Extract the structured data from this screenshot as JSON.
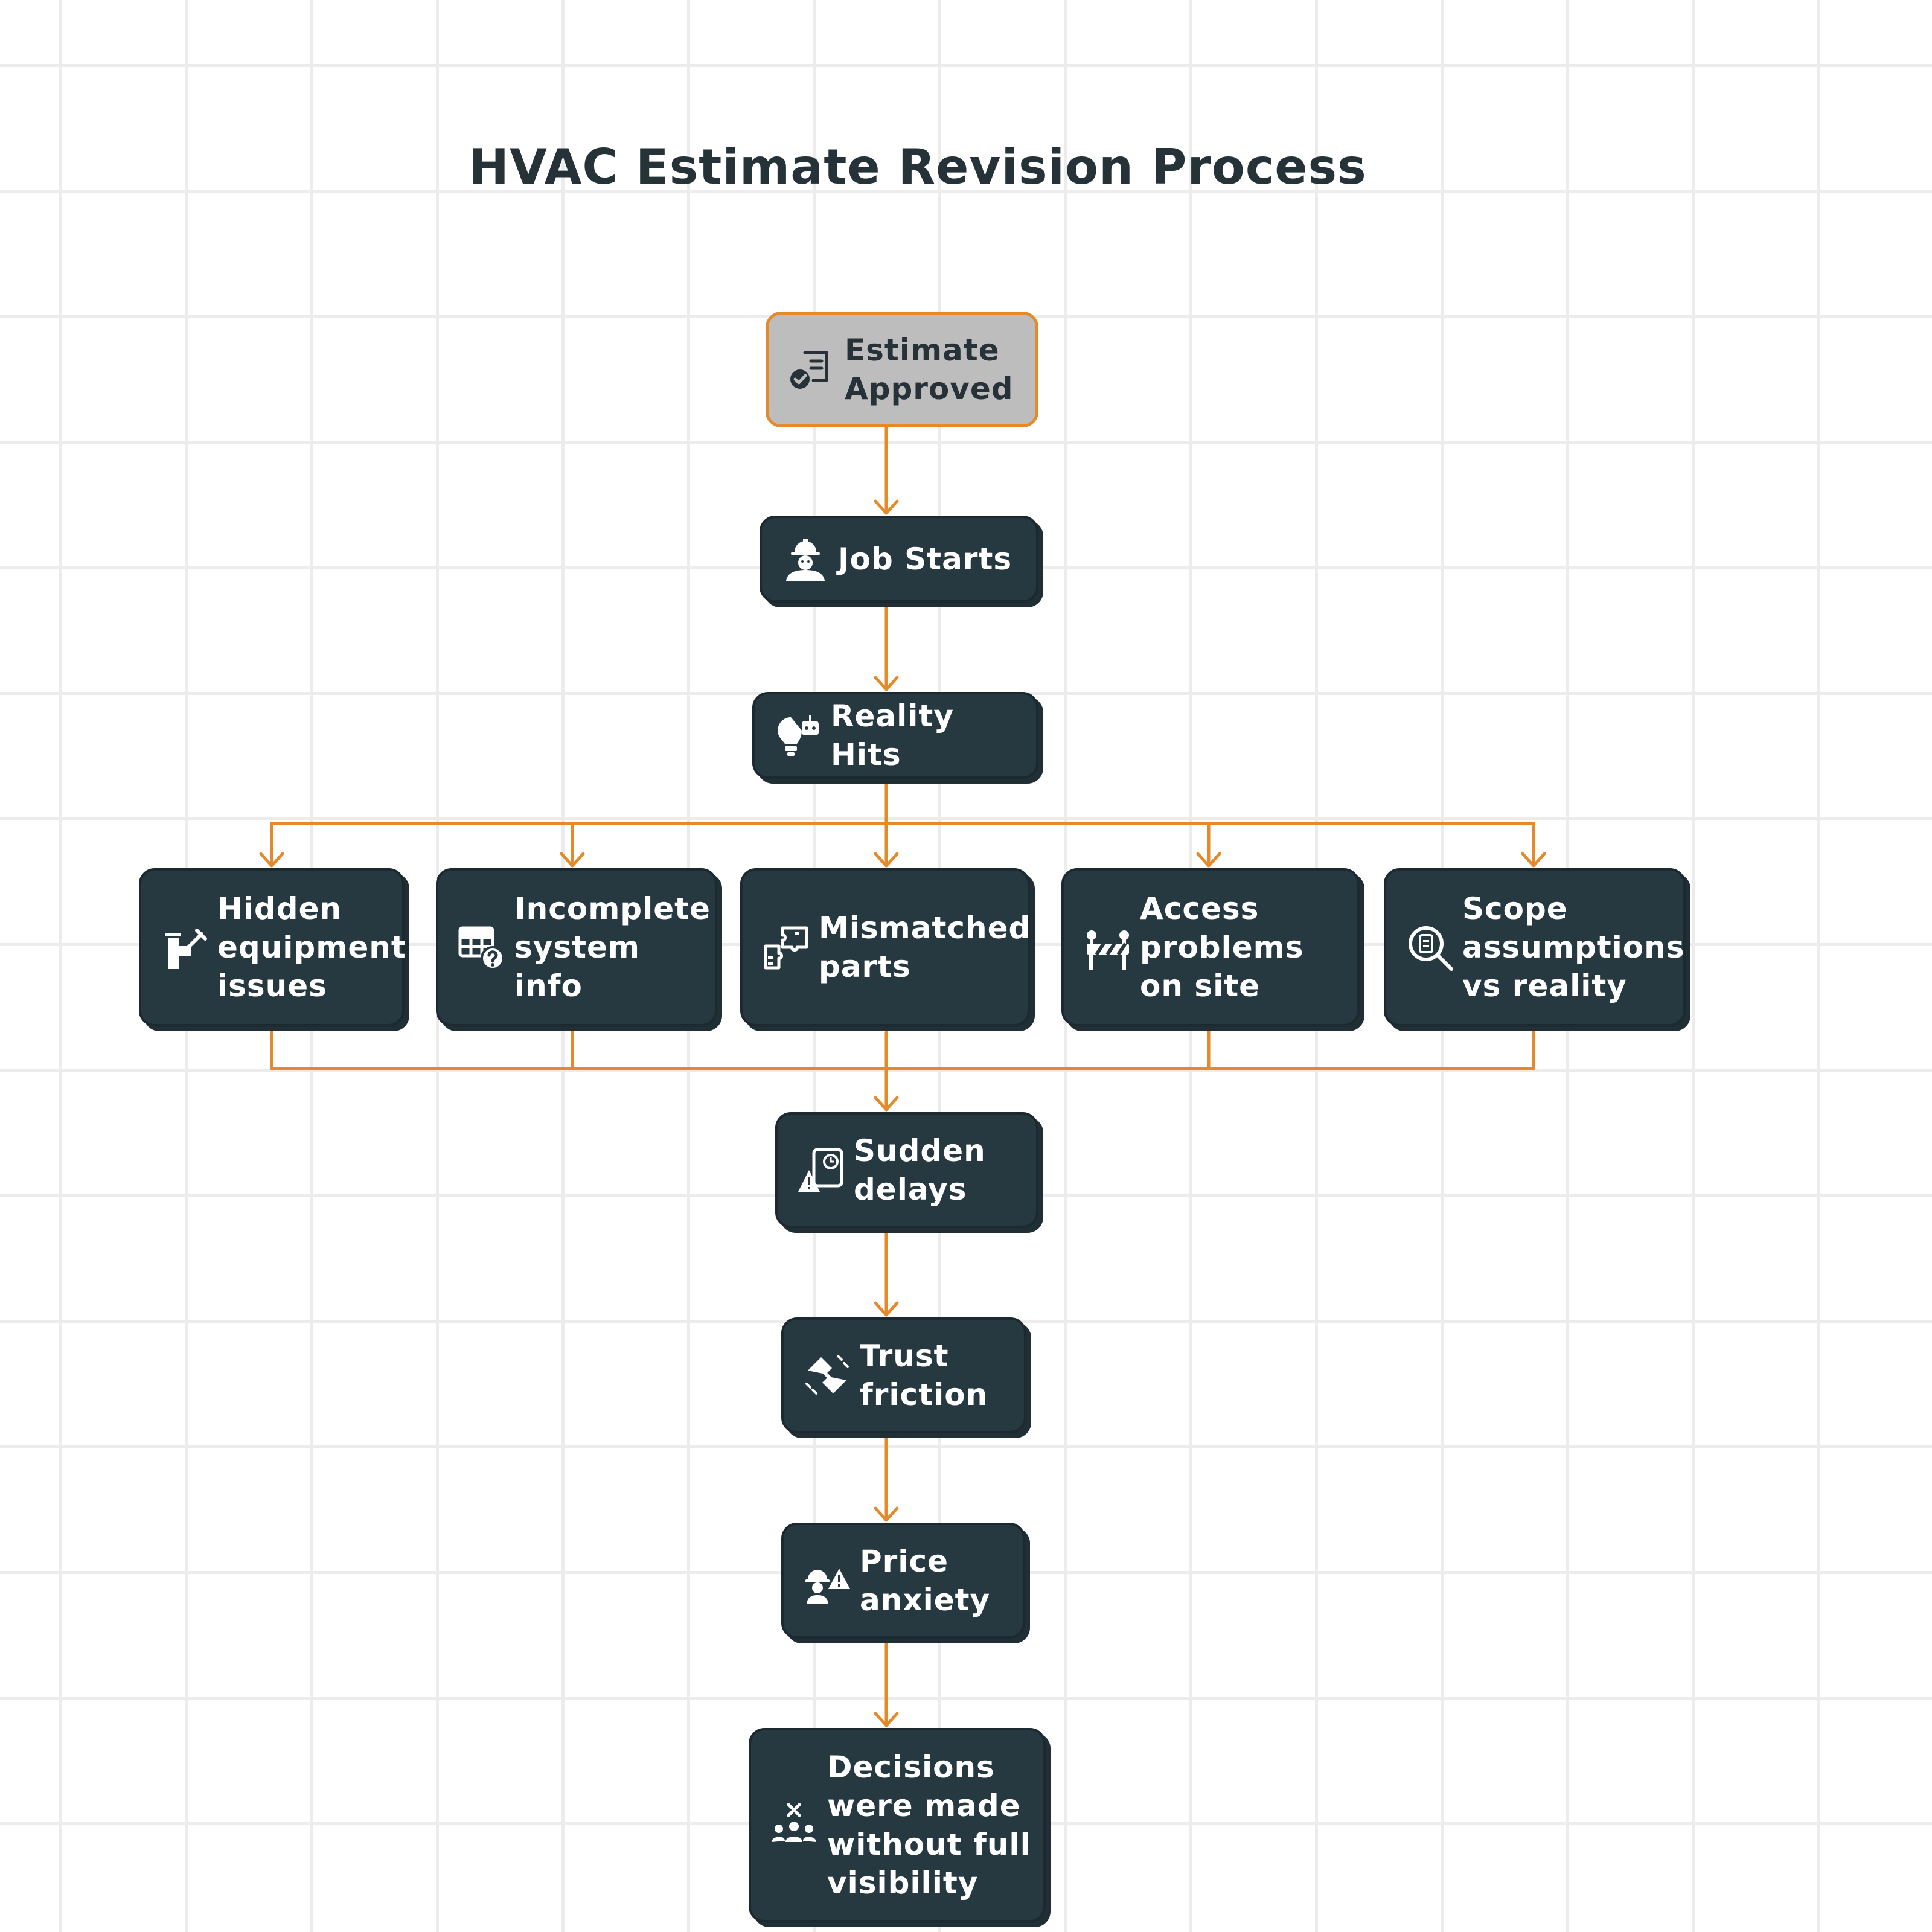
{
  "title": "HVAC Estimate Revision Process",
  "colors": {
    "node_fill": "#263840",
    "start_fill": "#bdbdbd",
    "accent": "#e58a2a",
    "text_dark": "#253238"
  },
  "nodes": {
    "estimate_approved": {
      "label": "Estimate Approved",
      "icon": "document-check-icon"
    },
    "job_starts": {
      "label": "Job Starts",
      "icon": "construction-worker-icon"
    },
    "reality_hits": {
      "label": "Reality Hits",
      "icon": "lightbulb-robot-icon"
    },
    "hidden_equipment": {
      "label": "Hidden equipment issues",
      "icon": "pipe-wrench-icon"
    },
    "incomplete_info": {
      "label": "Incomplete system info",
      "icon": "table-question-icon"
    },
    "mismatched_parts": {
      "label": "Mismatched parts",
      "icon": "puzzle-pieces-icon"
    },
    "access_problems": {
      "label": "Access problems on site",
      "icon": "road-barrier-icon"
    },
    "scope_assumptions": {
      "label": "Scope assumptions vs reality",
      "icon": "magnify-document-icon"
    },
    "sudden_delays": {
      "label": "Sudden delays",
      "icon": "clock-warning-icon"
    },
    "trust_friction": {
      "label": "Trust friction",
      "icon": "handshake-break-icon"
    },
    "price_anxiety": {
      "label": "Price anxiety",
      "icon": "worker-warning-icon"
    },
    "decisions": {
      "label": "Decisions were made without full visibility",
      "icon": "people-cross-icon"
    }
  }
}
